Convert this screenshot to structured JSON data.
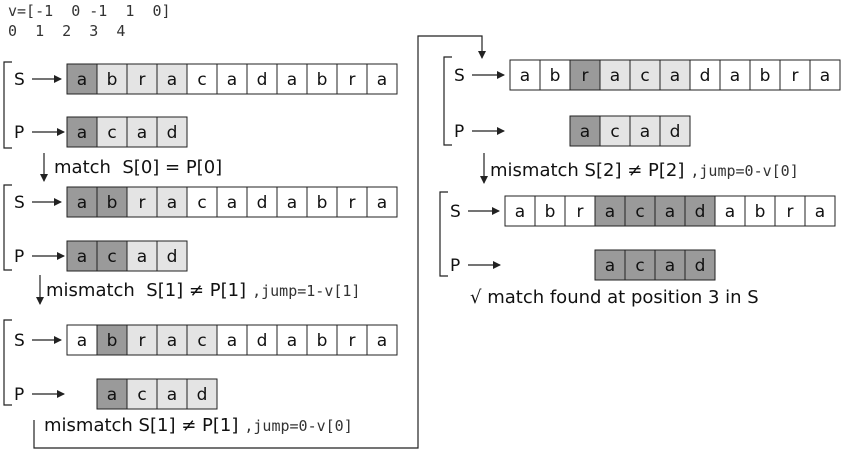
{
  "v_row": {
    "label": "v=[-1  0 -1  1  0]",
    "indices": "0  1  2  3  4"
  },
  "row_labels": {
    "s": "S",
    "p": "P"
  },
  "string_s": [
    "a",
    "b",
    "r",
    "a",
    "c",
    "a",
    "d",
    "a",
    "b",
    "r",
    "a"
  ],
  "pattern_p": [
    "a",
    "c",
    "a",
    "d"
  ],
  "colors": {
    "dark": "#9a9a9a",
    "light": "#e4e4e4",
    "none": "#ffffff",
    "line": "#222222"
  },
  "steps": [
    {
      "s_shades": [
        "dark",
        "light",
        "light",
        "light",
        "none",
        "none",
        "none",
        "none",
        "none",
        "none",
        "none"
      ],
      "p_shades": [
        "dark",
        "light",
        "light",
        "light"
      ],
      "caption_sans": "match  S[0] = P[0]",
      "caption_mono": ""
    },
    {
      "s_shades": [
        "dark",
        "dark",
        "light",
        "light",
        "none",
        "none",
        "none",
        "none",
        "none",
        "none",
        "none"
      ],
      "p_shades": [
        "dark",
        "dark",
        "light",
        "light"
      ],
      "caption_sans": "mismatch  S[1] ≠ P[1]",
      "caption_mono": ",jump=1-v[1]"
    },
    {
      "s_shades": [
        "none",
        "dark",
        "light",
        "light",
        "light",
        "none",
        "none",
        "none",
        "none",
        "none",
        "none"
      ],
      "p_shades": [
        "dark",
        "light",
        "light",
        "light"
      ],
      "caption_sans": "mismatch S[1] ≠ P[1]",
      "caption_mono": ",jump=0-v[0]"
    },
    {
      "s_shades": [
        "none",
        "none",
        "dark",
        "light",
        "light",
        "light",
        "none",
        "none",
        "none",
        "none",
        "none"
      ],
      "p_shades": [
        "dark",
        "light",
        "light",
        "light"
      ],
      "caption_sans": "mismatch S[2] ≠ P[2]",
      "caption_mono": ",jump=0-v[0]"
    },
    {
      "s_shades": [
        "none",
        "none",
        "none",
        "dark",
        "dark",
        "dark",
        "dark",
        "none",
        "none",
        "none",
        "none"
      ],
      "p_shades": [
        "dark",
        "dark",
        "dark",
        "dark"
      ],
      "caption_sans": "√ match found at position 3 in S",
      "caption_mono": ""
    }
  ]
}
